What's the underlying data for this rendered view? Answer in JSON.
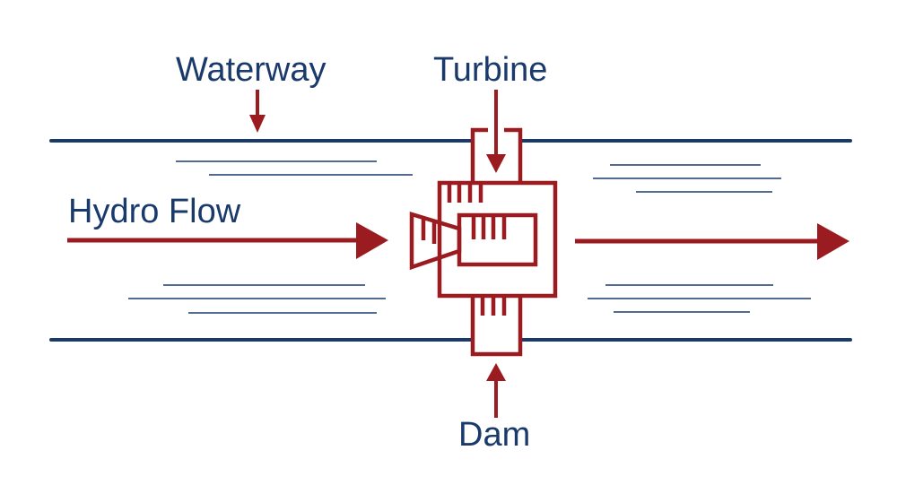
{
  "diagram": {
    "title": "Hydropower diagram",
    "labels": {
      "waterway": "Waterway",
      "turbine": "Turbine",
      "hydro_flow": "Hydro Flow",
      "dam": "Dam"
    },
    "colors": {
      "water": "#1a3a6b",
      "structure": "#9b1c20",
      "text": "#1a3a6b",
      "background": "#ffffff"
    },
    "components": [
      "waterway banks",
      "water ripples",
      "turbine",
      "dam",
      "flow arrows"
    ]
  }
}
